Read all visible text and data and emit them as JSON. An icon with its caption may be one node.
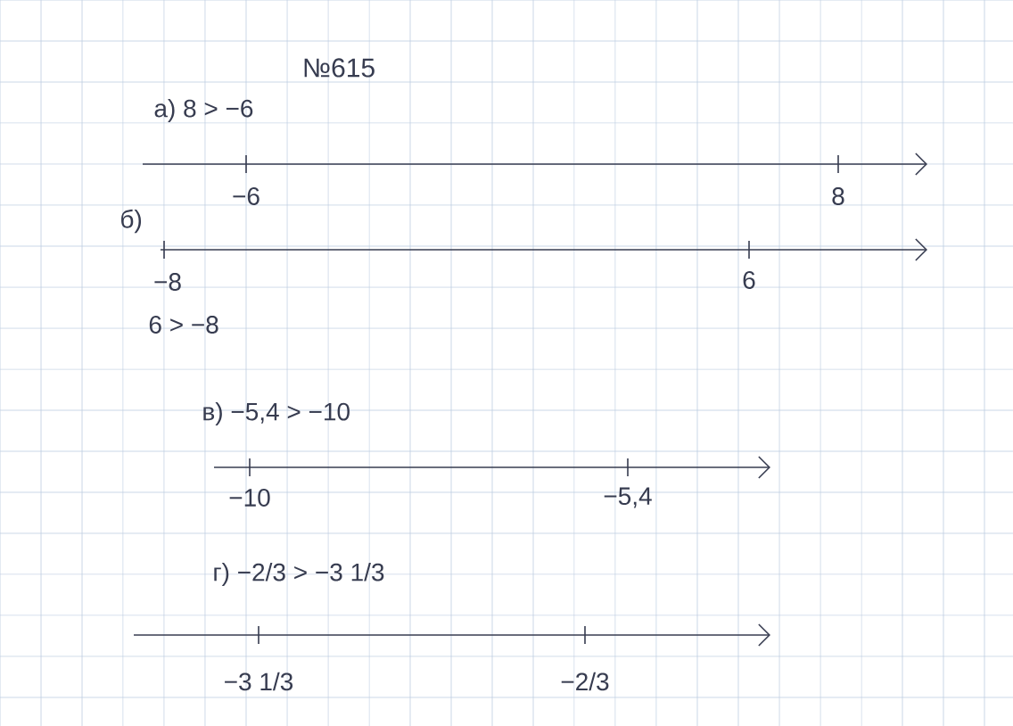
{
  "diagram": {
    "title": "№615",
    "labels": [
      "а) 8 > −6",
      "−6",
      "8",
      "б)",
      "−8",
      "6",
      "6 > −8",
      "в) −5,4 > −10",
      "−10",
      "−5,4",
      "г) −2/3 > −3 1/3",
      "−3 1/3",
      "−2/3"
    ]
  }
}
